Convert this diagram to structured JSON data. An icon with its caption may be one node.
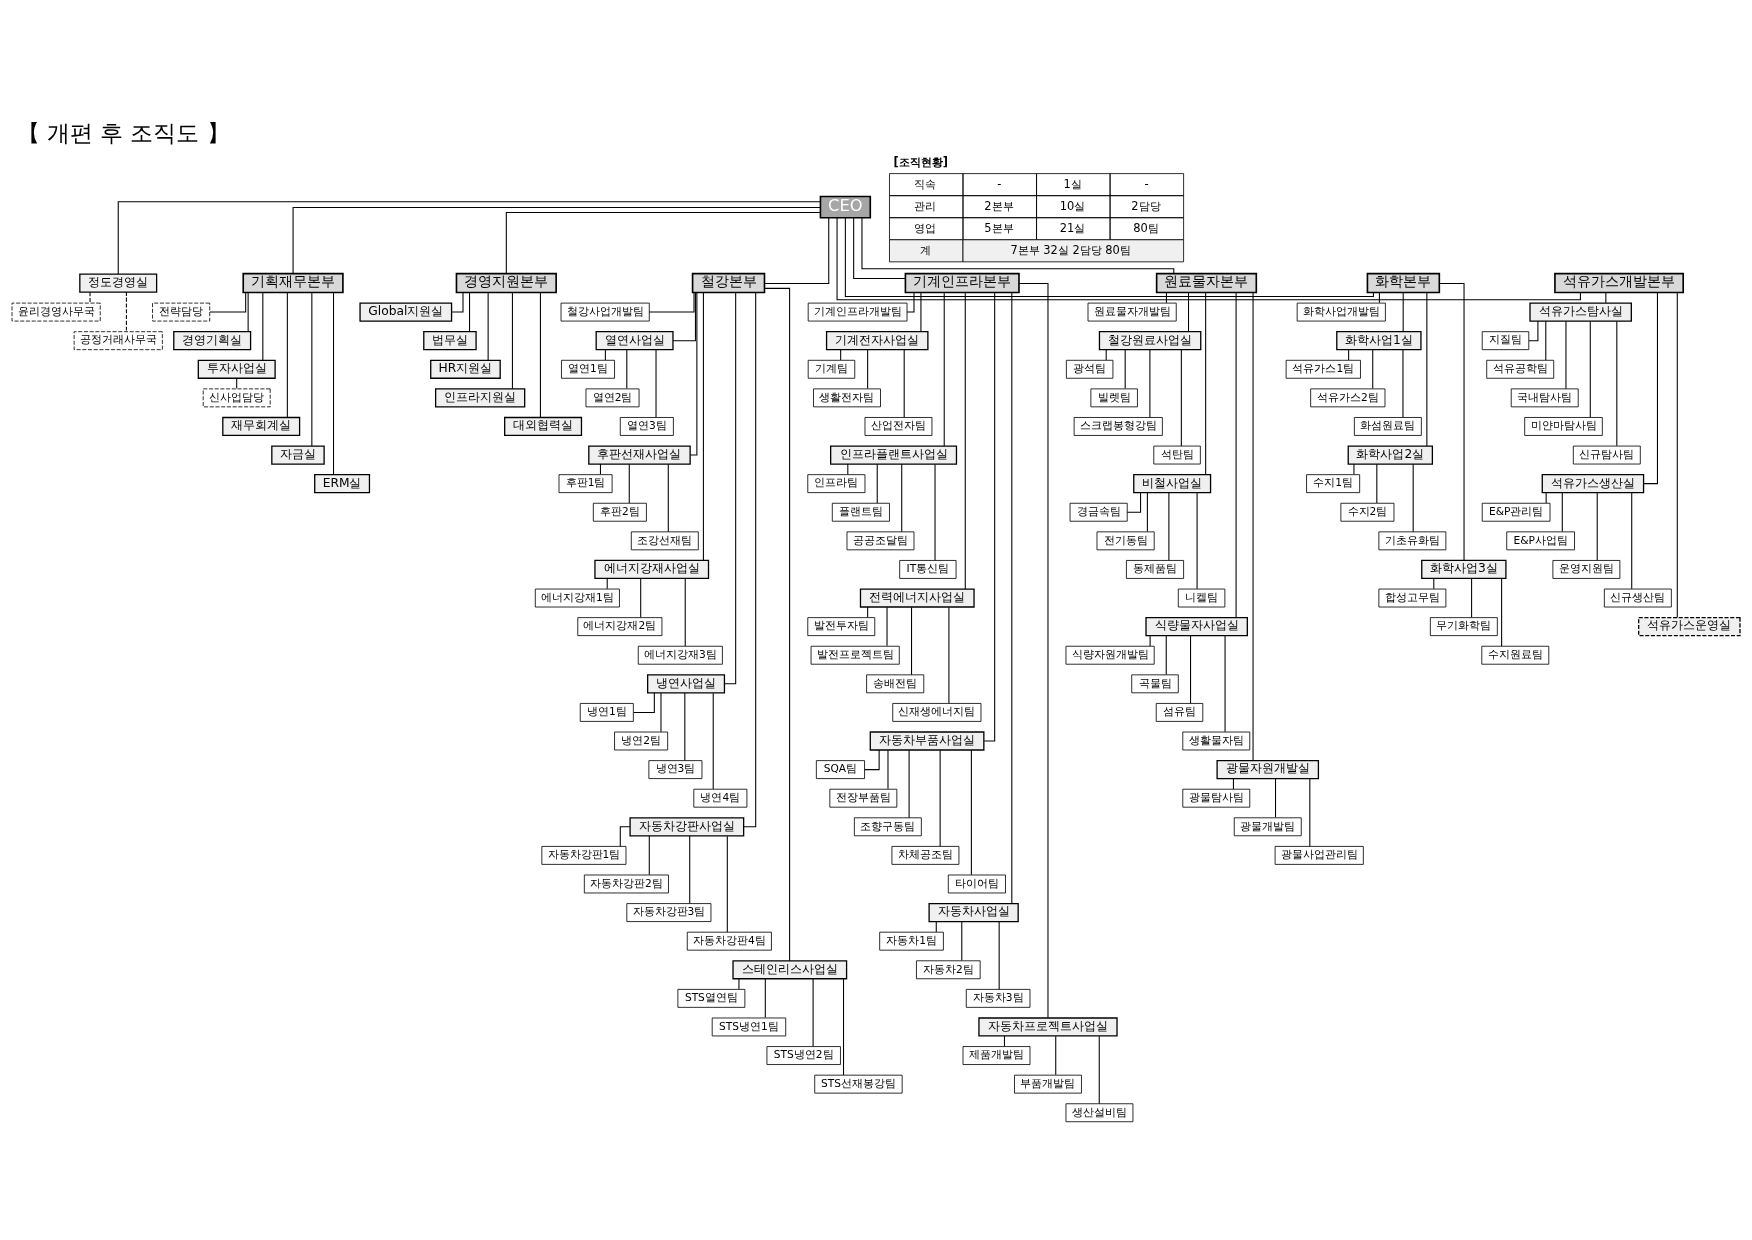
{
  "diagram": {
    "title": "【 개편 후 조직도 】",
    "nodes": [
      {
        "text": [
          "CEO"
        ]
      },
      {
        "text": [
          "정도경영실"
        ]
      },
      {
        "text": [
          "윤리경영사무국"
        ]
      },
      {
        "text": [
          "공정거래사무국"
        ]
      },
      {
        "text": [
          "기획재무본부"
        ]
      },
      {
        "text": [
          "전략담당"
        ]
      },
      {
        "text": [
          "경영기획실"
        ]
      },
      {
        "text": [
          "투자사업실"
        ]
      },
      {
        "text": [
          "신사업담당"
        ]
      },
      {
        "text": [
          "재무회계실"
        ]
      },
      {
        "text": [
          "자금실"
        ]
      },
      {
        "text": [
          "ERM실"
        ]
      },
      {
        "text": [
          "경영지원본부"
        ]
      },
      {
        "text": [
          "Global지원실"
        ]
      },
      {
        "text": [
          "법무실"
        ]
      },
      {
        "text": [
          "HR지원실"
        ]
      },
      {
        "text": [
          "인프라지원실"
        ]
      },
      {
        "text": [
          "대외협력실"
        ]
      },
      {
        "text": [
          "스테인리스사업실"
        ]
      },
      {
        "text": [
          "STS열연팀"
        ]
      },
      {
        "text": [
          "STS냉연1팀"
        ]
      },
      {
        "text": [
          "STS냉연2팀"
        ]
      },
      {
        "text": [
          "STS선재봉강팀"
        ]
      },
      {
        "text": [
          "철강본부"
        ]
      },
      {
        "text": [
          "철강사업개발팀"
        ]
      },
      {
        "text": [
          "열연사업실"
        ]
      },
      {
        "text": [
          "열연1팀"
        ]
      },
      {
        "text": [
          "열연2팀"
        ]
      },
      {
        "text": [
          "열연3팀"
        ]
      },
      {
        "text": [
          "후판선재사업실"
        ]
      },
      {
        "text": [
          "후판1팀"
        ]
      },
      {
        "text": [
          "후판2팀"
        ]
      },
      {
        "text": [
          "조강선재팀"
        ]
      },
      {
        "text": [
          "에너지강재사업실"
        ]
      },
      {
        "text": [
          "에너지강재1팀"
        ]
      },
      {
        "text": [
          "에너지강재2팀"
        ]
      },
      {
        "text": [
          "에너지강재3팀"
        ]
      },
      {
        "text": [
          "냉연사업실"
        ]
      },
      {
        "text": [
          "냉연1팀"
        ]
      },
      {
        "text": [
          "냉연2팀"
        ]
      },
      {
        "text": [
          "냉연3팀"
        ]
      },
      {
        "text": [
          "냉연4팀"
        ]
      },
      {
        "text": [
          "자동차강판사업실"
        ]
      },
      {
        "text": [
          "자동차강판1팀"
        ]
      },
      {
        "text": [
          "자동차강판2팀"
        ]
      },
      {
        "text": [
          "자동차강판3팀"
        ]
      },
      {
        "text": [
          "자동차강판4팀"
        ]
      },
      {
        "text": [
          "기계인프라본부"
        ]
      },
      {
        "text": [
          "기계인프라개발팀"
        ]
      },
      {
        "text": [
          "기계전자사업실"
        ]
      },
      {
        "text": [
          "기계팀"
        ]
      },
      {
        "text": [
          "생활전자팀"
        ]
      },
      {
        "text": [
          "산업전자팀"
        ]
      },
      {
        "text": [
          "인프라플랜트사업실"
        ]
      },
      {
        "text": [
          "인프라팀"
        ]
      },
      {
        "text": [
          "플랜트팀"
        ]
      },
      {
        "text": [
          "공공조달팀"
        ]
      },
      {
        "text": [
          "IT통신팀"
        ]
      },
      {
        "text": [
          "전력에너지사업실"
        ]
      },
      {
        "text": [
          "발전투자팀"
        ]
      },
      {
        "text": [
          "발전프로젝트팀"
        ]
      },
      {
        "text": [
          "송배전팀"
        ]
      },
      {
        "text": [
          "신재생에너지팀"
        ]
      },
      {
        "text": [
          "자동차부품사업실"
        ]
      },
      {
        "text": [
          "SQA팀"
        ]
      },
      {
        "text": [
          "전장부품팀"
        ]
      },
      {
        "text": [
          "조향구동팀"
        ]
      },
      {
        "text": [
          "차체공조팀"
        ]
      },
      {
        "text": [
          "타이어팀"
        ]
      },
      {
        "text": [
          "자동차사업실"
        ]
      },
      {
        "text": [
          "자동차1팀"
        ]
      },
      {
        "text": [
          "자동차2팀"
        ]
      },
      {
        "text": [
          "자동차3팀"
        ]
      },
      {
        "text": [
          "원료물자본부"
        ]
      },
      {
        "text": [
          "원료물자개발팀"
        ]
      },
      {
        "text": [
          "철강원료사업실"
        ]
      },
      {
        "text": [
          "광석팀"
        ]
      },
      {
        "text": [
          "빌렛팀"
        ]
      },
      {
        "text": [
          "스크랩봉형강팀"
        ]
      },
      {
        "text": [
          "석탄팀"
        ]
      },
      {
        "text": [
          "비철사업실"
        ]
      },
      {
        "text": [
          "경금속팀"
        ]
      },
      {
        "text": [
          "전기동팀"
        ]
      },
      {
        "text": [
          "동제품팀"
        ]
      },
      {
        "text": [
          "니켈팀"
        ]
      },
      {
        "text": [
          "식량물자사업실"
        ]
      },
      {
        "text": [
          "식량자원개발팀"
        ]
      },
      {
        "text": [
          "곡물팀"
        ]
      },
      {
        "text": [
          "섬유팀"
        ]
      },
      {
        "text": [
          "생활물자팀"
        ]
      },
      {
        "text": [
          "광물자원개발실"
        ]
      },
      {
        "text": [
          "광물탐사팀"
        ]
      },
      {
        "text": [
          "광물개발팀"
        ]
      },
      {
        "text": [
          "광물사업관리팀"
        ]
      },
      {
        "text": [
          "자동차프로젝트사업실"
        ]
      },
      {
        "text": [
          "제품개발팀"
        ]
      },
      {
        "text": [
          "부품개발팀"
        ]
      },
      {
        "text": [
          "생산설비팀"
        ]
      },
      {
        "text": [
          "화학본부"
        ]
      },
      {
        "text": [
          "화학사업개발팀"
        ]
      },
      {
        "text": [
          "화학사업1실"
        ]
      },
      {
        "text": [
          "석유가스1팀"
        ]
      },
      {
        "text": [
          "석유가스2팀"
        ]
      },
      {
        "text": [
          "화섬원료팀"
        ]
      },
      {
        "text": [
          "화학사업2실"
        ]
      },
      {
        "text": [
          "수지1팀"
        ]
      },
      {
        "text": [
          "수지2팀"
        ]
      },
      {
        "text": [
          "기초유화팀"
        ]
      },
      {
        "text": [
          "화학사업3실"
        ]
      },
      {
        "text": [
          "합성고무팀"
        ]
      },
      {
        "text": [
          "무기화학팀"
        ]
      },
      {
        "text": [
          "수지원료팀"
        ]
      },
      {
        "text": [
          "석유가스개발본부"
        ]
      },
      {
        "text": [
          "석유가스탐사실"
        ]
      },
      {
        "text": [
          "지질팀"
        ]
      },
      {
        "text": [
          "석유공학팀"
        ]
      },
      {
        "text": [
          "국내탐사팀"
        ]
      },
      {
        "text": [
          "미얀마탐사팀"
        ]
      },
      {
        "text": [
          "신규탐사팀"
        ]
      },
      {
        "text": [
          "석유가스생산실"
        ]
      },
      {
        "text": [
          "E&P관리팀"
        ]
      },
      {
        "text": [
          "E&P사업팀"
        ]
      },
      {
        "text": [
          "운영지원팀"
        ]
      },
      {
        "text": [
          "신규생산팀"
        ]
      },
      {
        "text": [
          "석유가스운영실"
        ]
      }
    ],
    "edges": [
      {
        "from": 0,
        "to": 1,
        "arrow": "none"
      },
      {
        "from": 1,
        "to": 2,
        "arrow": "none",
        "style": "dashed"
      },
      {
        "from": 1,
        "to": 3,
        "arrow": "none",
        "style": "dashed"
      },
      {
        "from": 0,
        "to": 4,
        "arrow": "none"
      },
      {
        "from": 0,
        "to": 12,
        "arrow": "none"
      },
      {
        "from": 0,
        "to": 23,
        "arrow": "none"
      },
      {
        "from": 0,
        "to": 47,
        "arrow": "none"
      },
      {
        "from": 0,
        "to": 73,
        "arrow": "none"
      },
      {
        "from": 0,
        "to": 98,
        "arrow": "none"
      },
      {
        "from": 0,
        "to": 112,
        "arrow": "none"
      },
      {
        "from": 4,
        "to": 5,
        "arrow": "none"
      },
      {
        "from": 4,
        "to": 6,
        "arrow": "none"
      },
      {
        "from": 4,
        "to": 7,
        "arrow": "none"
      },
      {
        "from": 7,
        "to": 8,
        "arrow": "none"
      },
      {
        "from": 4,
        "to": 9,
        "arrow": "none"
      },
      {
        "from": 4,
        "to": 10,
        "arrow": "none"
      },
      {
        "from": 4,
        "to": 11,
        "arrow": "none"
      },
      {
        "from": 12,
        "to": 13,
        "arrow": "none"
      },
      {
        "from": 12,
        "to": 14,
        "arrow": "none"
      },
      {
        "from": 12,
        "to": 15,
        "arrow": "none"
      },
      {
        "from": 12,
        "to": 16,
        "arrow": "none"
      },
      {
        "from": 12,
        "to": 17,
        "arrow": "none"
      },
      {
        "from": 23,
        "to": 24,
        "arrow": "none"
      },
      {
        "from": 23,
        "to": 25,
        "arrow": "none"
      },
      {
        "from": 25,
        "to": 26,
        "arrow": "none"
      },
      {
        "from": 25,
        "to": 27,
        "arrow": "none"
      },
      {
        "from": 25,
        "to": 28,
        "arrow": "none"
      },
      {
        "from": 23,
        "to": 29,
        "arrow": "none"
      },
      {
        "from": 29,
        "to": 30,
        "arrow": "none"
      },
      {
        "from": 29,
        "to": 31,
        "arrow": "none"
      },
      {
        "from": 29,
        "to": 32,
        "arrow": "none"
      },
      {
        "from": 23,
        "to": 33,
        "arrow": "none"
      },
      {
        "from": 33,
        "to": 34,
        "arrow": "none"
      },
      {
        "from": 33,
        "to": 35,
        "arrow": "none"
      },
      {
        "from": 33,
        "to": 36,
        "arrow": "none"
      },
      {
        "from": 23,
        "to": 37,
        "arrow": "none"
      },
      {
        "from": 37,
        "to": 38,
        "arrow": "none"
      },
      {
        "from": 37,
        "to": 39,
        "arrow": "none"
      },
      {
        "from": 37,
        "to": 40,
        "arrow": "none"
      },
      {
        "from": 37,
        "to": 41,
        "arrow": "none"
      },
      {
        "from": 23,
        "to": 42,
        "arrow": "none"
      },
      {
        "from": 42,
        "to": 43,
        "arrow": "none"
      },
      {
        "from": 42,
        "to": 44,
        "arrow": "none"
      },
      {
        "from": 42,
        "to": 45,
        "arrow": "none"
      },
      {
        "from": 42,
        "to": 46,
        "arrow": "none"
      },
      {
        "from": 23,
        "to": 18,
        "arrow": "none"
      },
      {
        "from": 18,
        "to": 19,
        "arrow": "none"
      },
      {
        "from": 18,
        "to": 20,
        "arrow": "none"
      },
      {
        "from": 18,
        "to": 21,
        "arrow": "none"
      },
      {
        "from": 18,
        "to": 22,
        "arrow": "none"
      },
      {
        "from": 47,
        "to": 48,
        "arrow": "none"
      },
      {
        "from": 47,
        "to": 49,
        "arrow": "none"
      },
      {
        "from": 49,
        "to": 50,
        "arrow": "none"
      },
      {
        "from": 49,
        "to": 51,
        "arrow": "none"
      },
      {
        "from": 49,
        "to": 52,
        "arrow": "none"
      },
      {
        "from": 47,
        "to": 53,
        "arrow": "none"
      },
      {
        "from": 53,
        "to": 54,
        "arrow": "none"
      },
      {
        "from": 53,
        "to": 55,
        "arrow": "none"
      },
      {
        "from": 53,
        "to": 56,
        "arrow": "none"
      },
      {
        "from": 53,
        "to": 57,
        "arrow": "none"
      },
      {
        "from": 47,
        "to": 58,
        "arrow": "none"
      },
      {
        "from": 58,
        "to": 59,
        "arrow": "none"
      },
      {
        "from": 58,
        "to": 60,
        "arrow": "none"
      },
      {
        "from": 58,
        "to": 61,
        "arrow": "none"
      },
      {
        "from": 58,
        "to": 62,
        "arrow": "none"
      },
      {
        "from": 47,
        "to": 63,
        "arrow": "none"
      },
      {
        "from": 63,
        "to": 64,
        "arrow": "none"
      },
      {
        "from": 63,
        "to": 65,
        "arrow": "none"
      },
      {
        "from": 63,
        "to": 66,
        "arrow": "none"
      },
      {
        "from": 63,
        "to": 67,
        "arrow": "none"
      },
      {
        "from": 63,
        "to": 68,
        "arrow": "none"
      },
      {
        "from": 47,
        "to": 69,
        "arrow": "none"
      },
      {
        "from": 69,
        "to": 70,
        "arrow": "none"
      },
      {
        "from": 69,
        "to": 71,
        "arrow": "none"
      },
      {
        "from": 69,
        "to": 72,
        "arrow": "none"
      },
      {
        "from": 47,
        "to": 94,
        "arrow": "none"
      },
      {
        "from": 94,
        "to": 95,
        "arrow": "none"
      },
      {
        "from": 94,
        "to": 96,
        "arrow": "none"
      },
      {
        "from": 94,
        "to": 97,
        "arrow": "none"
      },
      {
        "from": 73,
        "to": 74,
        "arrow": "none"
      },
      {
        "from": 73,
        "to": 75,
        "arrow": "none"
      },
      {
        "from": 75,
        "to": 76,
        "arrow": "none"
      },
      {
        "from": 75,
        "to": 77,
        "arrow": "none"
      },
      {
        "from": 75,
        "to": 78,
        "arrow": "none"
      },
      {
        "from": 75,
        "to": 79,
        "arrow": "none"
      },
      {
        "from": 73,
        "to": 80,
        "arrow": "none"
      },
      {
        "from": 80,
        "to": 81,
        "arrow": "none"
      },
      {
        "from": 80,
        "to": 82,
        "arrow": "none"
      },
      {
        "from": 80,
        "to": 83,
        "arrow": "none"
      },
      {
        "from": 80,
        "to": 84,
        "arrow": "none"
      },
      {
        "from": 73,
        "to": 85,
        "arrow": "none"
      },
      {
        "from": 85,
        "to": 86,
        "arrow": "none"
      },
      {
        "from": 85,
        "to": 87,
        "arrow": "none"
      },
      {
        "from": 85,
        "to": 88,
        "arrow": "none"
      },
      {
        "from": 85,
        "to": 89,
        "arrow": "none"
      },
      {
        "from": 73,
        "to": 90,
        "arrow": "none"
      },
      {
        "from": 90,
        "to": 91,
        "arrow": "none"
      },
      {
        "from": 90,
        "to": 92,
        "arrow": "none"
      },
      {
        "from": 90,
        "to": 93,
        "arrow": "none"
      },
      {
        "from": 98,
        "to": 99,
        "arrow": "none"
      },
      {
        "from": 98,
        "to": 100,
        "arrow": "none"
      },
      {
        "from": 100,
        "to": 101,
        "arrow": "none"
      },
      {
        "from": 100,
        "to": 102,
        "arrow": "none"
      },
      {
        "from": 100,
        "to": 103,
        "arrow": "none"
      },
      {
        "from": 98,
        "to": 104,
        "arrow": "none"
      },
      {
        "from": 104,
        "to": 105,
        "arrow": "none"
      },
      {
        "from": 104,
        "to": 106,
        "arrow": "none"
      },
      {
        "from": 104,
        "to": 107,
        "arrow": "none"
      },
      {
        "from": 98,
        "to": 108,
        "arrow": "none"
      },
      {
        "from": 108,
        "to": 109,
        "arrow": "none"
      },
      {
        "from": 108,
        "to": 110,
        "arrow": "none"
      },
      {
        "from": 108,
        "to": 111,
        "arrow": "none"
      },
      {
        "from": 112,
        "to": 113,
        "arrow": "none"
      },
      {
        "from": 113,
        "to": 114,
        "arrow": "none"
      },
      {
        "from": 113,
        "to": 115,
        "arrow": "none"
      },
      {
        "from": 113,
        "to": 116,
        "arrow": "none"
      },
      {
        "from": 113,
        "to": 117,
        "arrow": "none"
      },
      {
        "from": 113,
        "to": 118,
        "arrow": "none"
      },
      {
        "from": 112,
        "to": 119,
        "arrow": "none"
      },
      {
        "from": 119,
        "to": 120,
        "arrow": "none"
      },
      {
        "from": 119,
        "to": 121,
        "arrow": "none"
      },
      {
        "from": 119,
        "to": 122,
        "arrow": "none"
      },
      {
        "from": 119,
        "to": 123,
        "arrow": "none"
      },
      {
        "from": 112,
        "to": 124,
        "arrow": "none"
      }
    ],
    "labels": [
      "[조직현황]",
      "직속",
      "-",
      "1실",
      "-",
      "관리",
      "2본부",
      "10실",
      "2담당",
      "영업",
      "5본부",
      "21실",
      "80팀",
      "계",
      "7본부 32실 2담당 80팀"
    ]
  }
}
